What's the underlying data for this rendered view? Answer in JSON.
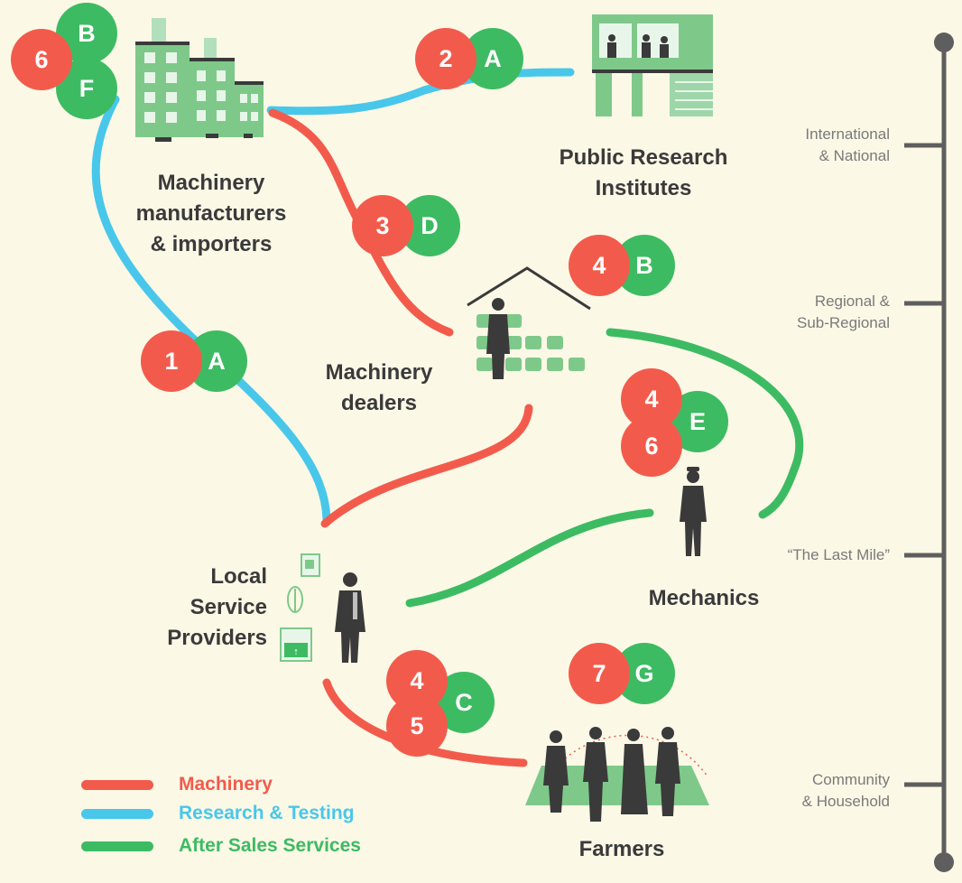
{
  "colors": {
    "machinery": "#f25b4c",
    "research": "#48c7ea",
    "after_sales": "#3dbb62",
    "building": "#7ec98a",
    "dark": "#3a3a3a",
    "scale": "#5e5e5e"
  },
  "actors": {
    "manufacturers": "Machinery\nmanufacturers\n& importers",
    "research": "Public Research\nInstitutes",
    "dealers": "Machinery\ndealers",
    "lsp": "Local\nService\nProviders",
    "mechanics": "Mechanics",
    "farmers": "Farmers"
  },
  "levels": {
    "international": "International\n& National",
    "regional": "Regional &\nSub-Regional",
    "last_mile": "“The Last Mile”",
    "community": "Community\n& Household"
  },
  "badges": [
    {
      "id": "g1-num",
      "text": "6",
      "kind": "machinery"
    },
    {
      "id": "g1-b",
      "text": "B",
      "kind": "after_sales"
    },
    {
      "id": "g1-f",
      "text": "F",
      "kind": "after_sales"
    },
    {
      "id": "g2-num",
      "text": "2",
      "kind": "machinery"
    },
    {
      "id": "g2-a",
      "text": "A",
      "kind": "after_sales"
    },
    {
      "id": "g3-num",
      "text": "3",
      "kind": "machinery"
    },
    {
      "id": "g3-d",
      "text": "D",
      "kind": "after_sales"
    },
    {
      "id": "g4-num",
      "text": "4",
      "kind": "machinery"
    },
    {
      "id": "g4-b",
      "text": "B",
      "kind": "after_sales"
    },
    {
      "id": "g5-num",
      "text": "1",
      "kind": "machinery"
    },
    {
      "id": "g5-a",
      "text": "A",
      "kind": "after_sales"
    },
    {
      "id": "g6-num4",
      "text": "4",
      "kind": "machinery"
    },
    {
      "id": "g6-num6",
      "text": "6",
      "kind": "machinery"
    },
    {
      "id": "g6-e",
      "text": "E",
      "kind": "after_sales"
    },
    {
      "id": "g7-num4",
      "text": "4",
      "kind": "machinery"
    },
    {
      "id": "g7-num5",
      "text": "5",
      "kind": "machinery"
    },
    {
      "id": "g7-c",
      "text": "C",
      "kind": "after_sales"
    },
    {
      "id": "g8-num",
      "text": "7",
      "kind": "machinery"
    },
    {
      "id": "g8-g",
      "text": "G",
      "kind": "after_sales"
    }
  ],
  "legend": [
    {
      "label": "Machinery",
      "kind": "machinery"
    },
    {
      "label": "Research & Testing",
      "kind": "research"
    },
    {
      "label": "After Sales Services",
      "kind": "after_sales"
    }
  ],
  "icons": {
    "factory": "factory-icon",
    "research_building": "research-building-icon",
    "dealer_shop": "dealer-shop-icon",
    "mechanic": "mechanic-person-icon",
    "service_provider": "service-provider-person-icon",
    "farmers": "farmers-group-icon",
    "document": "document-icon",
    "seed": "seed-icon",
    "machine": "machine-icon"
  }
}
